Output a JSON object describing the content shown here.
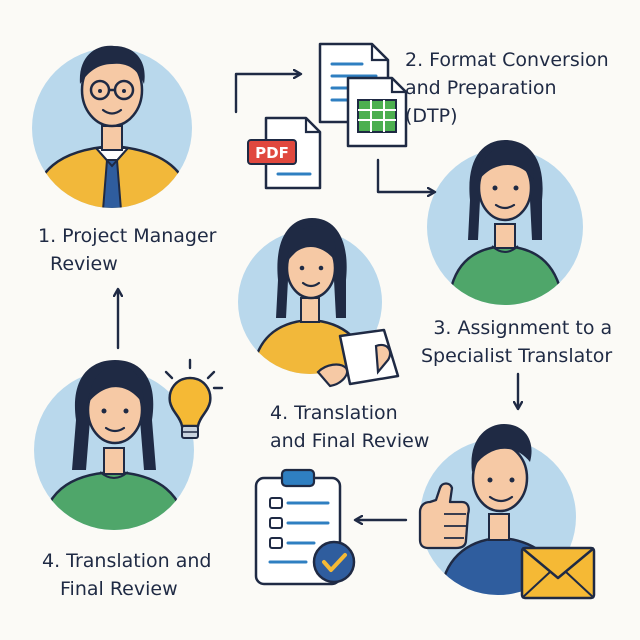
{
  "steps": {
    "step1": {
      "line1": "1. Project Manager",
      "line2": "Review"
    },
    "step2": {
      "line1": "2. Format Conversion",
      "line2": "and Preparation",
      "line3": "(DTP)"
    },
    "step3": {
      "line1": "3. Assignment to a",
      "line2": "Specialist Translator"
    },
    "step4_center": {
      "line1": "4. Translation",
      "line2": "and Final Review"
    },
    "step4_bottom": {
      "line1": "4. Translation and",
      "line2": "Final Review"
    }
  },
  "icons": {
    "pdf": {
      "text": "PDF",
      "name": "pdf-file-icon"
    },
    "spreadsheet": "spreadsheet-file-icon",
    "document": "document-file-icon",
    "lightbulb": "lightbulb-icon",
    "clipboard": "clipboard-checklist-icon",
    "checkmark": "checkmark-badge-icon",
    "envelope": "envelope-icon"
  },
  "colors": {
    "circle": "#b9d8ec",
    "ink": "#1f2a44",
    "yellow_shirt": "#f2b83a",
    "green_shirt": "#4fa66a",
    "blue_shirt": "#2f5d9e",
    "skin": "#f6c9a5",
    "pdf_red": "#e0483e",
    "sheet_green": "#4caf50",
    "envelope": "#f5b935"
  }
}
